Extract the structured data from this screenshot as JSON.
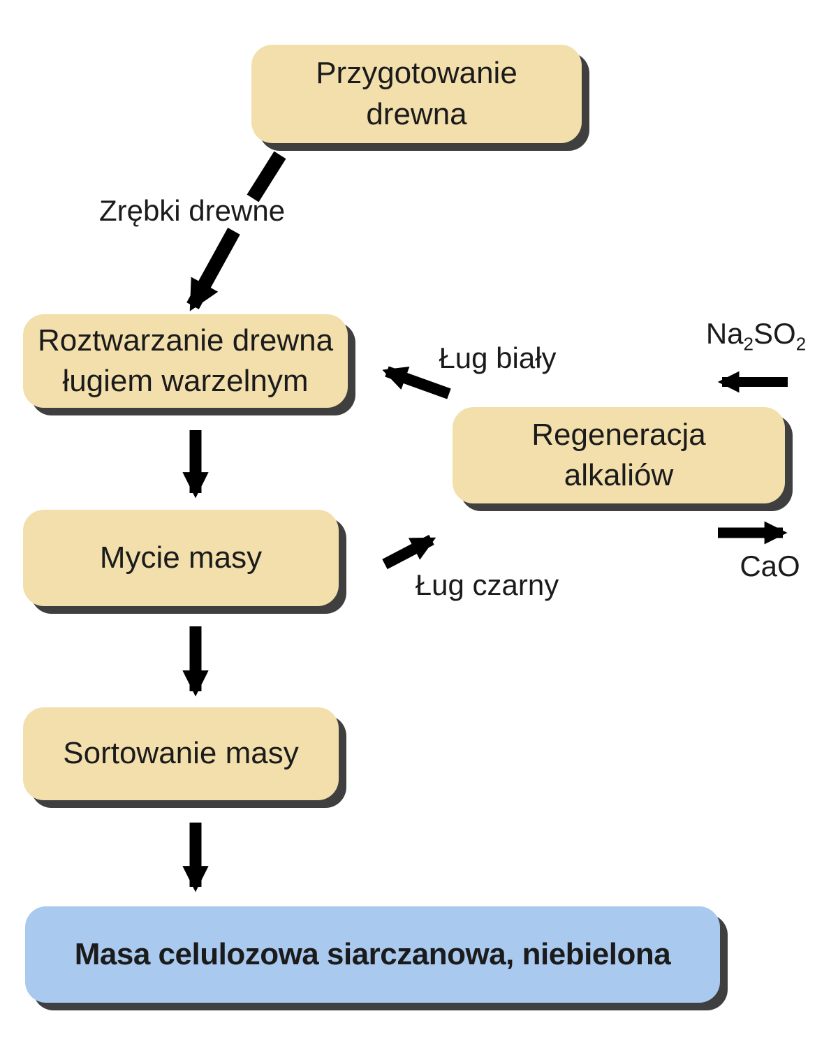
{
  "diagram": {
    "nodes": {
      "przygotowanie": {
        "label": "Przygotowanie\ndrewna"
      },
      "roztwarzanie": {
        "label": "Roztwarzanie drewna\nługiem warzelnym"
      },
      "regeneracja": {
        "label": "Regeneracja\nalkaliów"
      },
      "mycie": {
        "label": "Mycie masy"
      },
      "sortowanie": {
        "label": "Sortowanie masy"
      },
      "masa": {
        "label": "Masa celulozowa siarczanowa, niebielona"
      }
    },
    "edges": [
      {
        "from": "przygotowanie",
        "to": "roztwarzanie",
        "label": "Zrębki drewne"
      },
      {
        "from": "roztwarzanie",
        "to": "mycie",
        "label": ""
      },
      {
        "from": "mycie",
        "to": "sortowanie",
        "label": ""
      },
      {
        "from": "sortowanie",
        "to": "masa",
        "label": ""
      },
      {
        "from": "regeneracja",
        "to": "roztwarzanie",
        "label": "Ług biały"
      },
      {
        "from": "mycie",
        "to": "regeneracja",
        "label": "Ług czarny"
      },
      {
        "from": "external-input",
        "to": "regeneracja",
        "label": "Na₂SO₂"
      },
      {
        "from": "regeneracja",
        "to": "external-output",
        "label": "CaO"
      }
    ],
    "na2so2_parts": [
      "Na",
      "2",
      "SO",
      "2"
    ]
  },
  "colors": {
    "node_fill": "#F2DFAC",
    "result_fill": "#A9C9EF",
    "shadow": "#3F3F3F",
    "arrow": "#000000",
    "text": "#1B1B1B"
  }
}
